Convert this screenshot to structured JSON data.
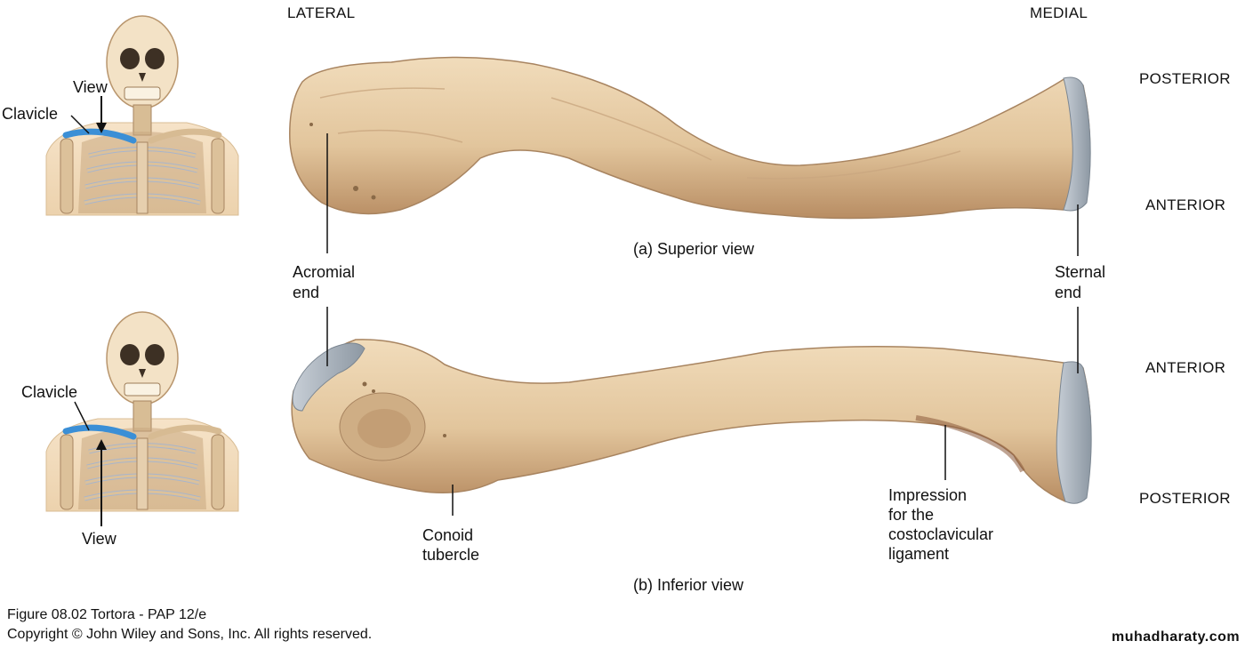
{
  "orientation": {
    "lateral": "LATERAL",
    "medial": "MEDIAL",
    "posterior_top": "POSTERIOR",
    "anterior_top": "ANTERIOR",
    "anterior_bottom": "ANTERIOR",
    "posterior_bottom": "POSTERIOR"
  },
  "superior_panel": {
    "caption": "(a) Superior view",
    "thumb_clavicle": "Clavicle",
    "thumb_view": "View"
  },
  "inferior_panel": {
    "caption": "(b) Inferior view",
    "thumb_clavicle": "Clavicle",
    "thumb_view": "View"
  },
  "labels": {
    "acromial_1": "Acromial",
    "acromial_2": "end",
    "sternal_1": "Sternal",
    "sternal_2": "end",
    "conoid_1": "Conoid",
    "conoid_2": "tubercle",
    "impression_1": "Impression",
    "impression_2": "for the",
    "impression_3": "costoclavicular",
    "impression_4": "ligament"
  },
  "credits": {
    "figure": "Figure 08.02  Tortora - PAP 12/e",
    "copyright": "Copyright © John Wiley and Sons, Inc. All rights reserved.",
    "watermark": "muhadharaty.com"
  },
  "colors": {
    "bone": "#e4c9a2",
    "bone_shadow": "#b8916a",
    "cartilage": "#9aa4ad",
    "clavicle_highlight": "#3b8fd6"
  }
}
